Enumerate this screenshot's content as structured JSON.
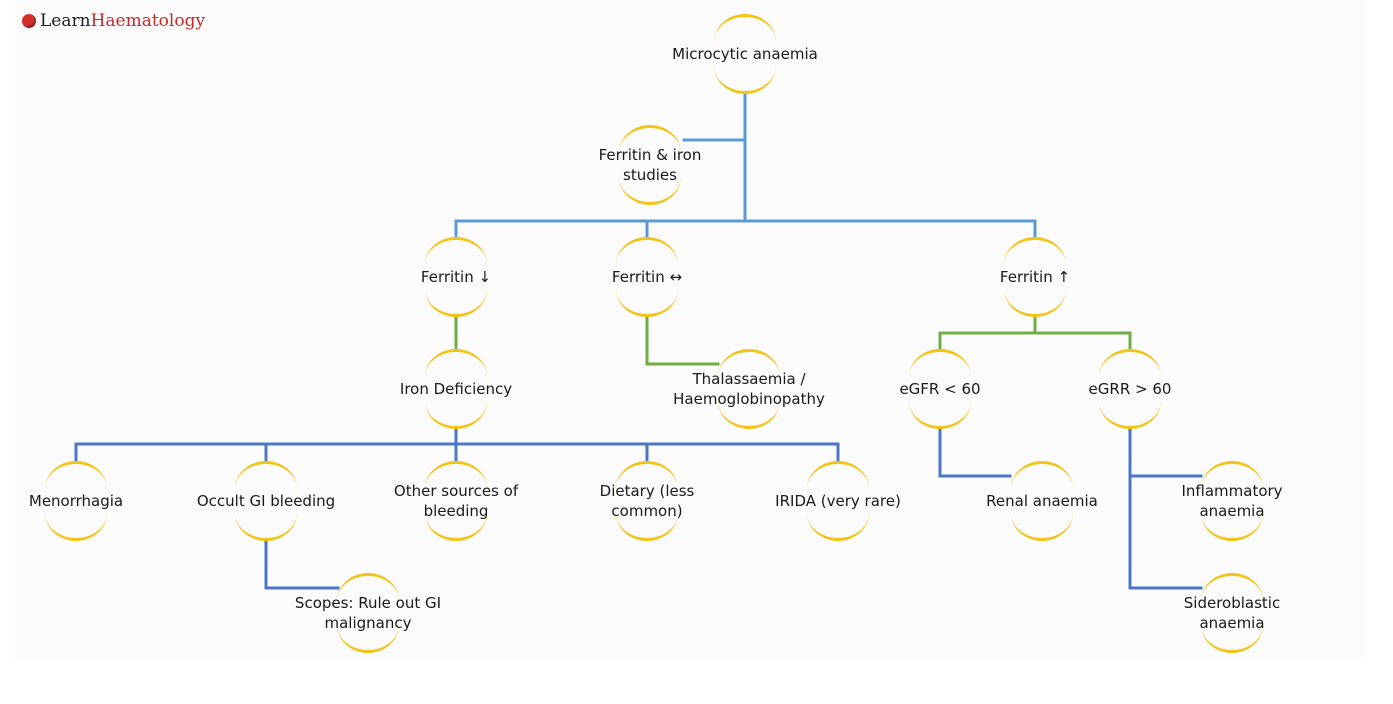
{
  "brand": {
    "part1": "Learn",
    "part2": "Haematology"
  },
  "colors": {
    "blue": "#4b78c4",
    "light_blue": "#5b9bd5",
    "green": "#6fae43",
    "yellow": "#f2c418"
  },
  "nodes": {
    "microcytic": "Microcytic anaemia",
    "ferritin_iron": "Ferritin & iron\nstudies",
    "ferritin_low": "Ferritin ↓",
    "ferritin_normal": "Ferritin ↔",
    "ferritin_high": "Ferritin ↑",
    "iron_deficiency": "Iron Deficiency",
    "thalassaemia": "Thalassaemia /\nHaemoglobinopathy",
    "egfr_low": "eGFR < 60",
    "egrr_high": "eGRR > 60",
    "menorrhagia": "Menorrhagia",
    "occult_gi": "Occult GI bleeding",
    "other_bleeding": "Other sources of\nbleeding",
    "dietary": "Dietary (less\ncommon)",
    "irida": "IRIDA (very rare)",
    "renal": "Renal anaemia",
    "inflammatory": "Inflammatory\nanaemia",
    "scopes": "Scopes: Rule out GI\nmalignancy",
    "sideroblastic": "Sideroblastic\nanaemia"
  }
}
